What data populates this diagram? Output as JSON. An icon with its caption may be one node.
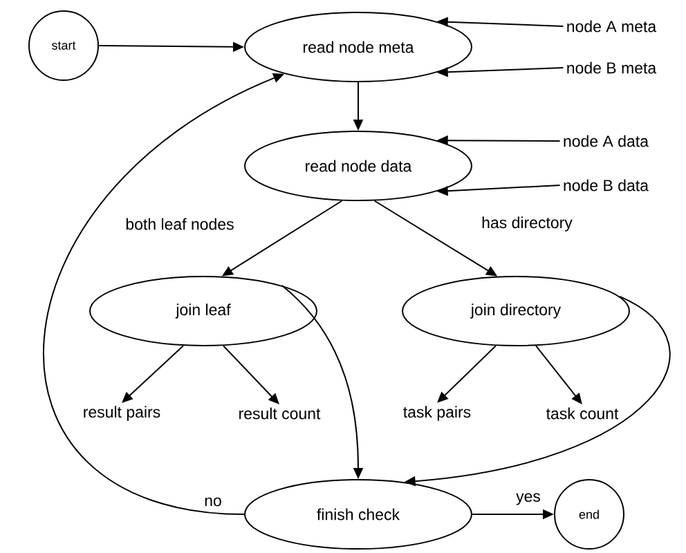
{
  "diagram": {
    "nodes": [
      {
        "text": [
          "start"
        ]
      },
      {
        "text": [
          "read node meta"
        ]
      },
      {
        "text": [
          "node A meta"
        ]
      },
      {
        "text": [
          "node B meta"
        ]
      },
      {
        "text": [
          "read node data"
        ]
      },
      {
        "text": [
          "node A data"
        ]
      },
      {
        "text": [
          "node B data"
        ]
      },
      {
        "text": [
          "join leaf"
        ]
      },
      {
        "text": [
          "join directory"
        ]
      },
      {
        "text": [
          "result pairs"
        ]
      },
      {
        "text": [
          "result count"
        ]
      },
      {
        "text": [
          "task pairs"
        ]
      },
      {
        "text": [
          "task count"
        ]
      },
      {
        "text": [
          "finish check"
        ]
      },
      {
        "text": [
          "end"
        ]
      }
    ],
    "edges": [
      {
        "from": 0,
        "to": 1,
        "arrow": "to"
      },
      {
        "from": 2,
        "to": 1,
        "arrow": "to"
      },
      {
        "from": 3,
        "to": 1,
        "arrow": "to"
      },
      {
        "from": 1,
        "to": 4,
        "arrow": "to"
      },
      {
        "from": 5,
        "to": 4,
        "arrow": "to"
      },
      {
        "from": 6,
        "to": 4,
        "arrow": "to"
      },
      {
        "from": 4,
        "to": 7,
        "arrow": "to",
        "label": "both leaf nodes"
      },
      {
        "from": 4,
        "to": 8,
        "arrow": "to",
        "label": "has directory"
      },
      {
        "from": 7,
        "to": 9,
        "arrow": "to"
      },
      {
        "from": 7,
        "to": 10,
        "arrow": "to"
      },
      {
        "from": 8,
        "to": 11,
        "arrow": "to"
      },
      {
        "from": 8,
        "to": 12,
        "arrow": "to"
      },
      {
        "from": 7,
        "to": 13,
        "arrow": "to"
      },
      {
        "from": 8,
        "to": 13,
        "arrow": "to"
      },
      {
        "from": 13,
        "to": 1,
        "arrow": "to",
        "label": "no"
      },
      {
        "from": 13,
        "to": 14,
        "arrow": "to",
        "label": "yes"
      }
    ]
  }
}
